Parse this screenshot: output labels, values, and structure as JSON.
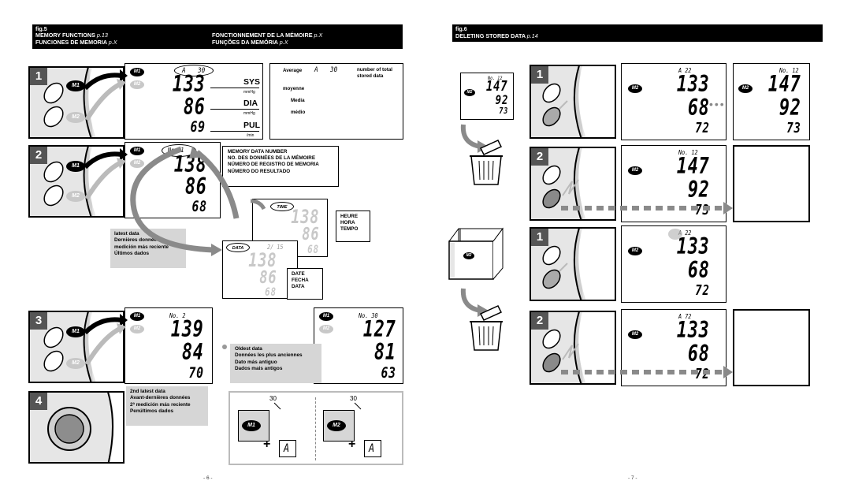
{
  "left": {
    "header": {
      "fig": "fig.5",
      "row1_left": "MEMORY FUNCTIONS",
      "row1_left_ref": "p.13",
      "row1_right": "FONCTIONNEMENT DE LA MÉMOIRE",
      "row1_right_ref": "p.X",
      "row2_left": "FUNCIONES DE MEMORIA",
      "row2_left_ref": "p.X",
      "row2_right": "FUNÇÕES DA MEMÓRIA",
      "row2_right_ref": "p.X"
    },
    "steps": [
      "1",
      "2",
      "3",
      "4"
    ],
    "badges": {
      "m1": "M1",
      "m2": "M2",
      "time": "TIME",
      "date": "DATA"
    },
    "step1": {
      "display": {
        "header_a": "A",
        "header_num": "30",
        "sys": "133",
        "dia": "86",
        "pul": "69"
      },
      "labels": {
        "sys": "SYS",
        "sys_unit": "mmHg",
        "dia": "DIA",
        "dia_unit": "mmHg",
        "pul": "PUL",
        "pul_unit": "/min"
      },
      "legend": {
        "average": "Average",
        "a": "A",
        "num": "30",
        "desc": "number of total stored data",
        "fr": "moyenne",
        "es": "Media",
        "pt": "médio"
      }
    },
    "step2": {
      "display": {
        "no": "No. 1",
        "sys": "138",
        "dia": "86",
        "pul": "68"
      },
      "memory_label": [
        "MEMORY DATA NUMBER",
        "NO. DES DONNÉES DE LA MÉMOIRE",
        "NÚMERO DE REGISTRO DE MEMORIA",
        "NÚMERO DO RESULTADO"
      ],
      "latest": [
        "latest data",
        "Dernières données",
        "medición más reciente",
        "Últimos dados"
      ],
      "time_display": {
        "sys": "138",
        "dia": "86",
        "pul": "68"
      },
      "time_label": [
        "HEURE",
        "HORA",
        "TEMPO"
      ],
      "date_display": {
        "date": "2/ 15",
        "sys": "138",
        "dia": "86",
        "pul": "68"
      },
      "date_label": [
        "DATE",
        "FECHA",
        "DATA"
      ]
    },
    "step3": {
      "display1": {
        "no": "No. 2",
        "sys": "139",
        "dia": "84",
        "pul": "70"
      },
      "display2": {
        "no": "No. 30",
        "sys": "127",
        "dia": "81",
        "pul": "63"
      },
      "oldest": [
        "Oldest data",
        "Données les plus anciennes",
        "Dato más antiguo",
        "Dados mais antigos"
      ],
      "second": [
        "2nd latest data",
        "Avant-dernières données",
        "2ª medición más reciente",
        "Penúltimos dados"
      ]
    },
    "step4": {
      "num1": "30",
      "num2": "30",
      "a1": "A",
      "a2": "A",
      "plus": "+"
    },
    "page": "- 6 -"
  },
  "right": {
    "header": {
      "fig": "fig.6",
      "title": "DELETING STORED DATA",
      "ref": "p.14"
    },
    "thumb": {
      "no": "No. 12",
      "sys": "147",
      "dia": "92",
      "pul": "73",
      "badge": "M2",
      "book_badge": "M2"
    },
    "rows": [
      {
        "step": "1",
        "display": {
          "top": "A 22",
          "sys": "133",
          "dia": "68",
          "pul": "72"
        },
        "side": {
          "no": "No. 12",
          "sys": "147",
          "dia": "92",
          "pul": "73"
        }
      },
      {
        "step": "2",
        "display": {
          "top": "No. 12",
          "sys": "147",
          "dia": "92",
          "pul": "73"
        }
      },
      {
        "step": "1",
        "display": {
          "top": "A 22",
          "sys": "133",
          "dia": "68",
          "pul": "72"
        }
      },
      {
        "step": "2",
        "display": {
          "top": "A 72",
          "sys": "133",
          "dia": "68",
          "pul": "72"
        }
      }
    ],
    "page": "- 7 -"
  },
  "colors": {
    "ink": "#000000",
    "panel_grey": "#e6e6e6",
    "note_grey": "#d6d6d6",
    "step_grey": "#555555",
    "arrow_grey": "#8a8a8a"
  },
  "icons": [
    "cuff-icon",
    "m1-button-icon",
    "m2-button-icon",
    "trash-icon",
    "memory-book-icon",
    "arrow-icon",
    "lightning-icon"
  ]
}
